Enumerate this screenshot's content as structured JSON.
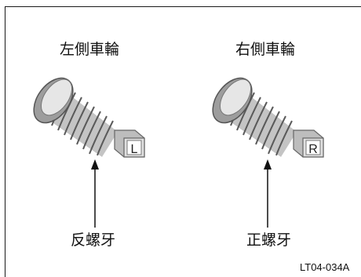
{
  "left": {
    "title": "左側車輪",
    "thread": "反螺牙",
    "cap_letter": "L"
  },
  "right": {
    "title": "右側車輪",
    "thread": "正螺牙",
    "cap_letter": "R"
  },
  "figure_code": "LT04-034A"
}
